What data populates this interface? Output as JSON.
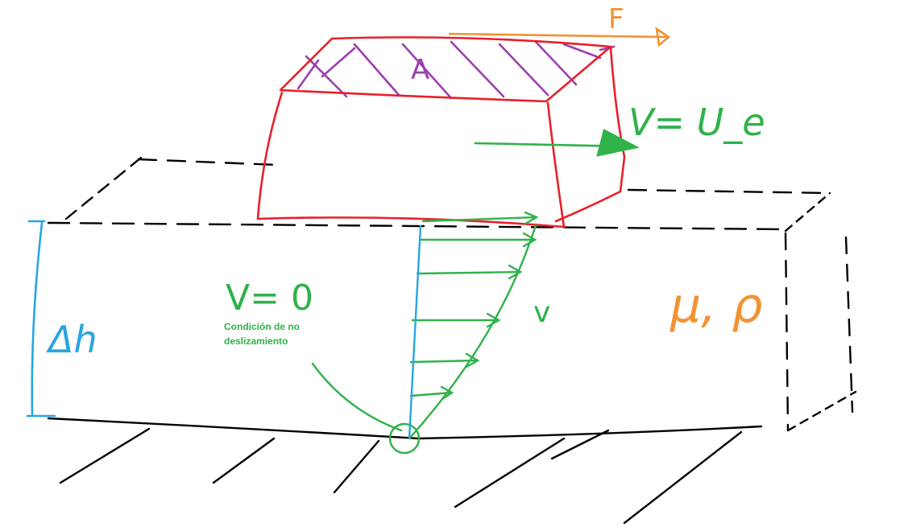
{
  "labels": {
    "force": "F",
    "area": "A",
    "top_velocity": "V= U_e",
    "bottom_velocity": "V= 0",
    "no_slip_note_line1": "Condición de no",
    "no_slip_note_line2": "deslizamiento",
    "profile_velocity": "v",
    "thickness": "Δh",
    "fluid_properties": "μ, ρ"
  },
  "colors": {
    "block_outline": "#e8202a",
    "hatch": "#9b3fb0",
    "force": "#f39233",
    "velocity": "#2fb24a",
    "thickness": "#27a6e0",
    "properties": "#f39233",
    "lines": "#000000"
  }
}
